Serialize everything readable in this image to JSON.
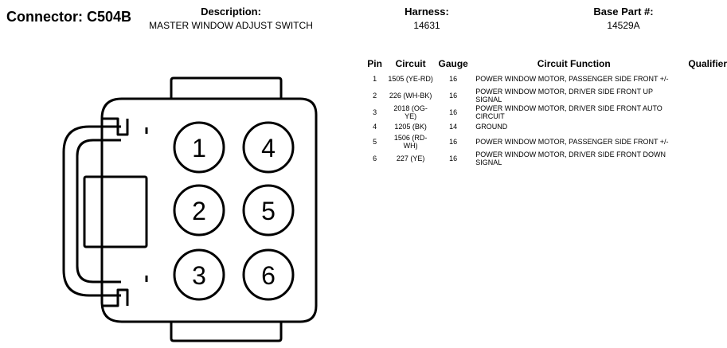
{
  "header": {
    "connector_label": "Connector: C504B",
    "description_label": "Description:",
    "description_value": "MASTER WINDOW ADJUST SWITCH",
    "harness_label": "Harness:",
    "harness_value": "14631",
    "base_part_label": "Base Part #:",
    "base_part_value": "14529A"
  },
  "table": {
    "columns": [
      "Pin",
      "Circuit",
      "Gauge",
      "Circuit Function",
      "Qualifier"
    ],
    "rows": [
      {
        "pin": "1",
        "circuit": "1505 (YE-RD)",
        "gauge": "16",
        "function": "POWER WINDOW MOTOR, PASSENGER SIDE FRONT +/-"
      },
      {
        "pin": "2",
        "circuit": "226 (WH-BK)",
        "gauge": "16",
        "function": "POWER WINDOW MOTOR, DRIVER SIDE FRONT UP SIGNAL"
      },
      {
        "pin": "3",
        "circuit": "2018 (OG-YE)",
        "gauge": "16",
        "function": "POWER WINDOW MOTOR, DRIVER SIDE FRONT AUTO CIRCUIT"
      },
      {
        "pin": "4",
        "circuit": "1205 (BK)",
        "gauge": "14",
        "function": "GROUND"
      },
      {
        "pin": "5",
        "circuit": "1506 (RD-WH)",
        "gauge": "16",
        "function": "POWER WINDOW MOTOR, PASSENGER SIDE FRONT +/-"
      },
      {
        "pin": "6",
        "circuit": "227 (YE)",
        "gauge": "16",
        "function": "POWER WINDOW MOTOR, DRIVER SIDE FRONT DOWN SIGNAL"
      }
    ]
  },
  "diagram": {
    "pins": [
      "1",
      "4",
      "2",
      "5",
      "3",
      "6"
    ]
  }
}
